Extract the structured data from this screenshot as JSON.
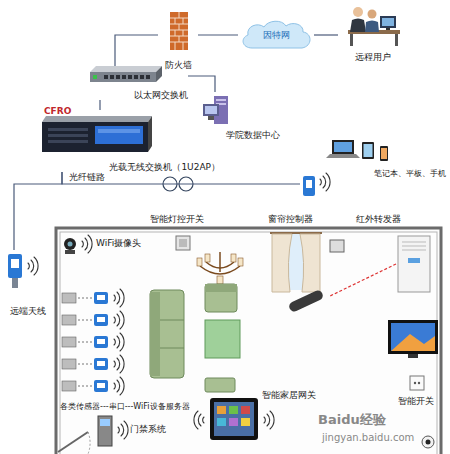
{
  "diagram": {
    "nodes": [
      {
        "text": [
          "远程用户"
        ]
      },
      {
        "text": [
          "因特网"
        ]
      },
      {
        "text": [
          "防火墙"
        ]
      },
      {
        "text": [
          "以太网交换机"
        ]
      },
      {
        "text": [
          "学院数据中心"
        ]
      },
      {
        "text": [
          "光载无线交换机（1U2AP）"
        ]
      },
      {
        "text": [
          "笔记本、平板、手机"
        ]
      },
      {
        "text": [
          "远端天线"
        ]
      }
    ],
    "edges": [
      {
        "from": 0,
        "to": 1,
        "arrow": "none"
      },
      {
        "from": 1,
        "to": 2,
        "arrow": "none"
      },
      {
        "from": 2,
        "to": 3,
        "arrow": "none"
      },
      {
        "from": 3,
        "to": 4,
        "arrow": "none"
      },
      {
        "from": 3,
        "to": 5,
        "arrow": "none"
      },
      {
        "from": 5,
        "to": 7,
        "label": "光纤链路",
        "arrow": "none"
      },
      {
        "from": 5,
        "to": 6,
        "arrow": "none"
      }
    ],
    "labels": [
      "CFRO",
      "WiFi摄像头",
      "智能灯控开关",
      "窗帘控制器",
      "红外转发器",
      "各类传感器---串口---WiFi设备服务器",
      "智能家居网关",
      "门禁系统",
      "智能开关",
      "Baidu经验",
      "jingyan.baidu.com"
    ]
  }
}
